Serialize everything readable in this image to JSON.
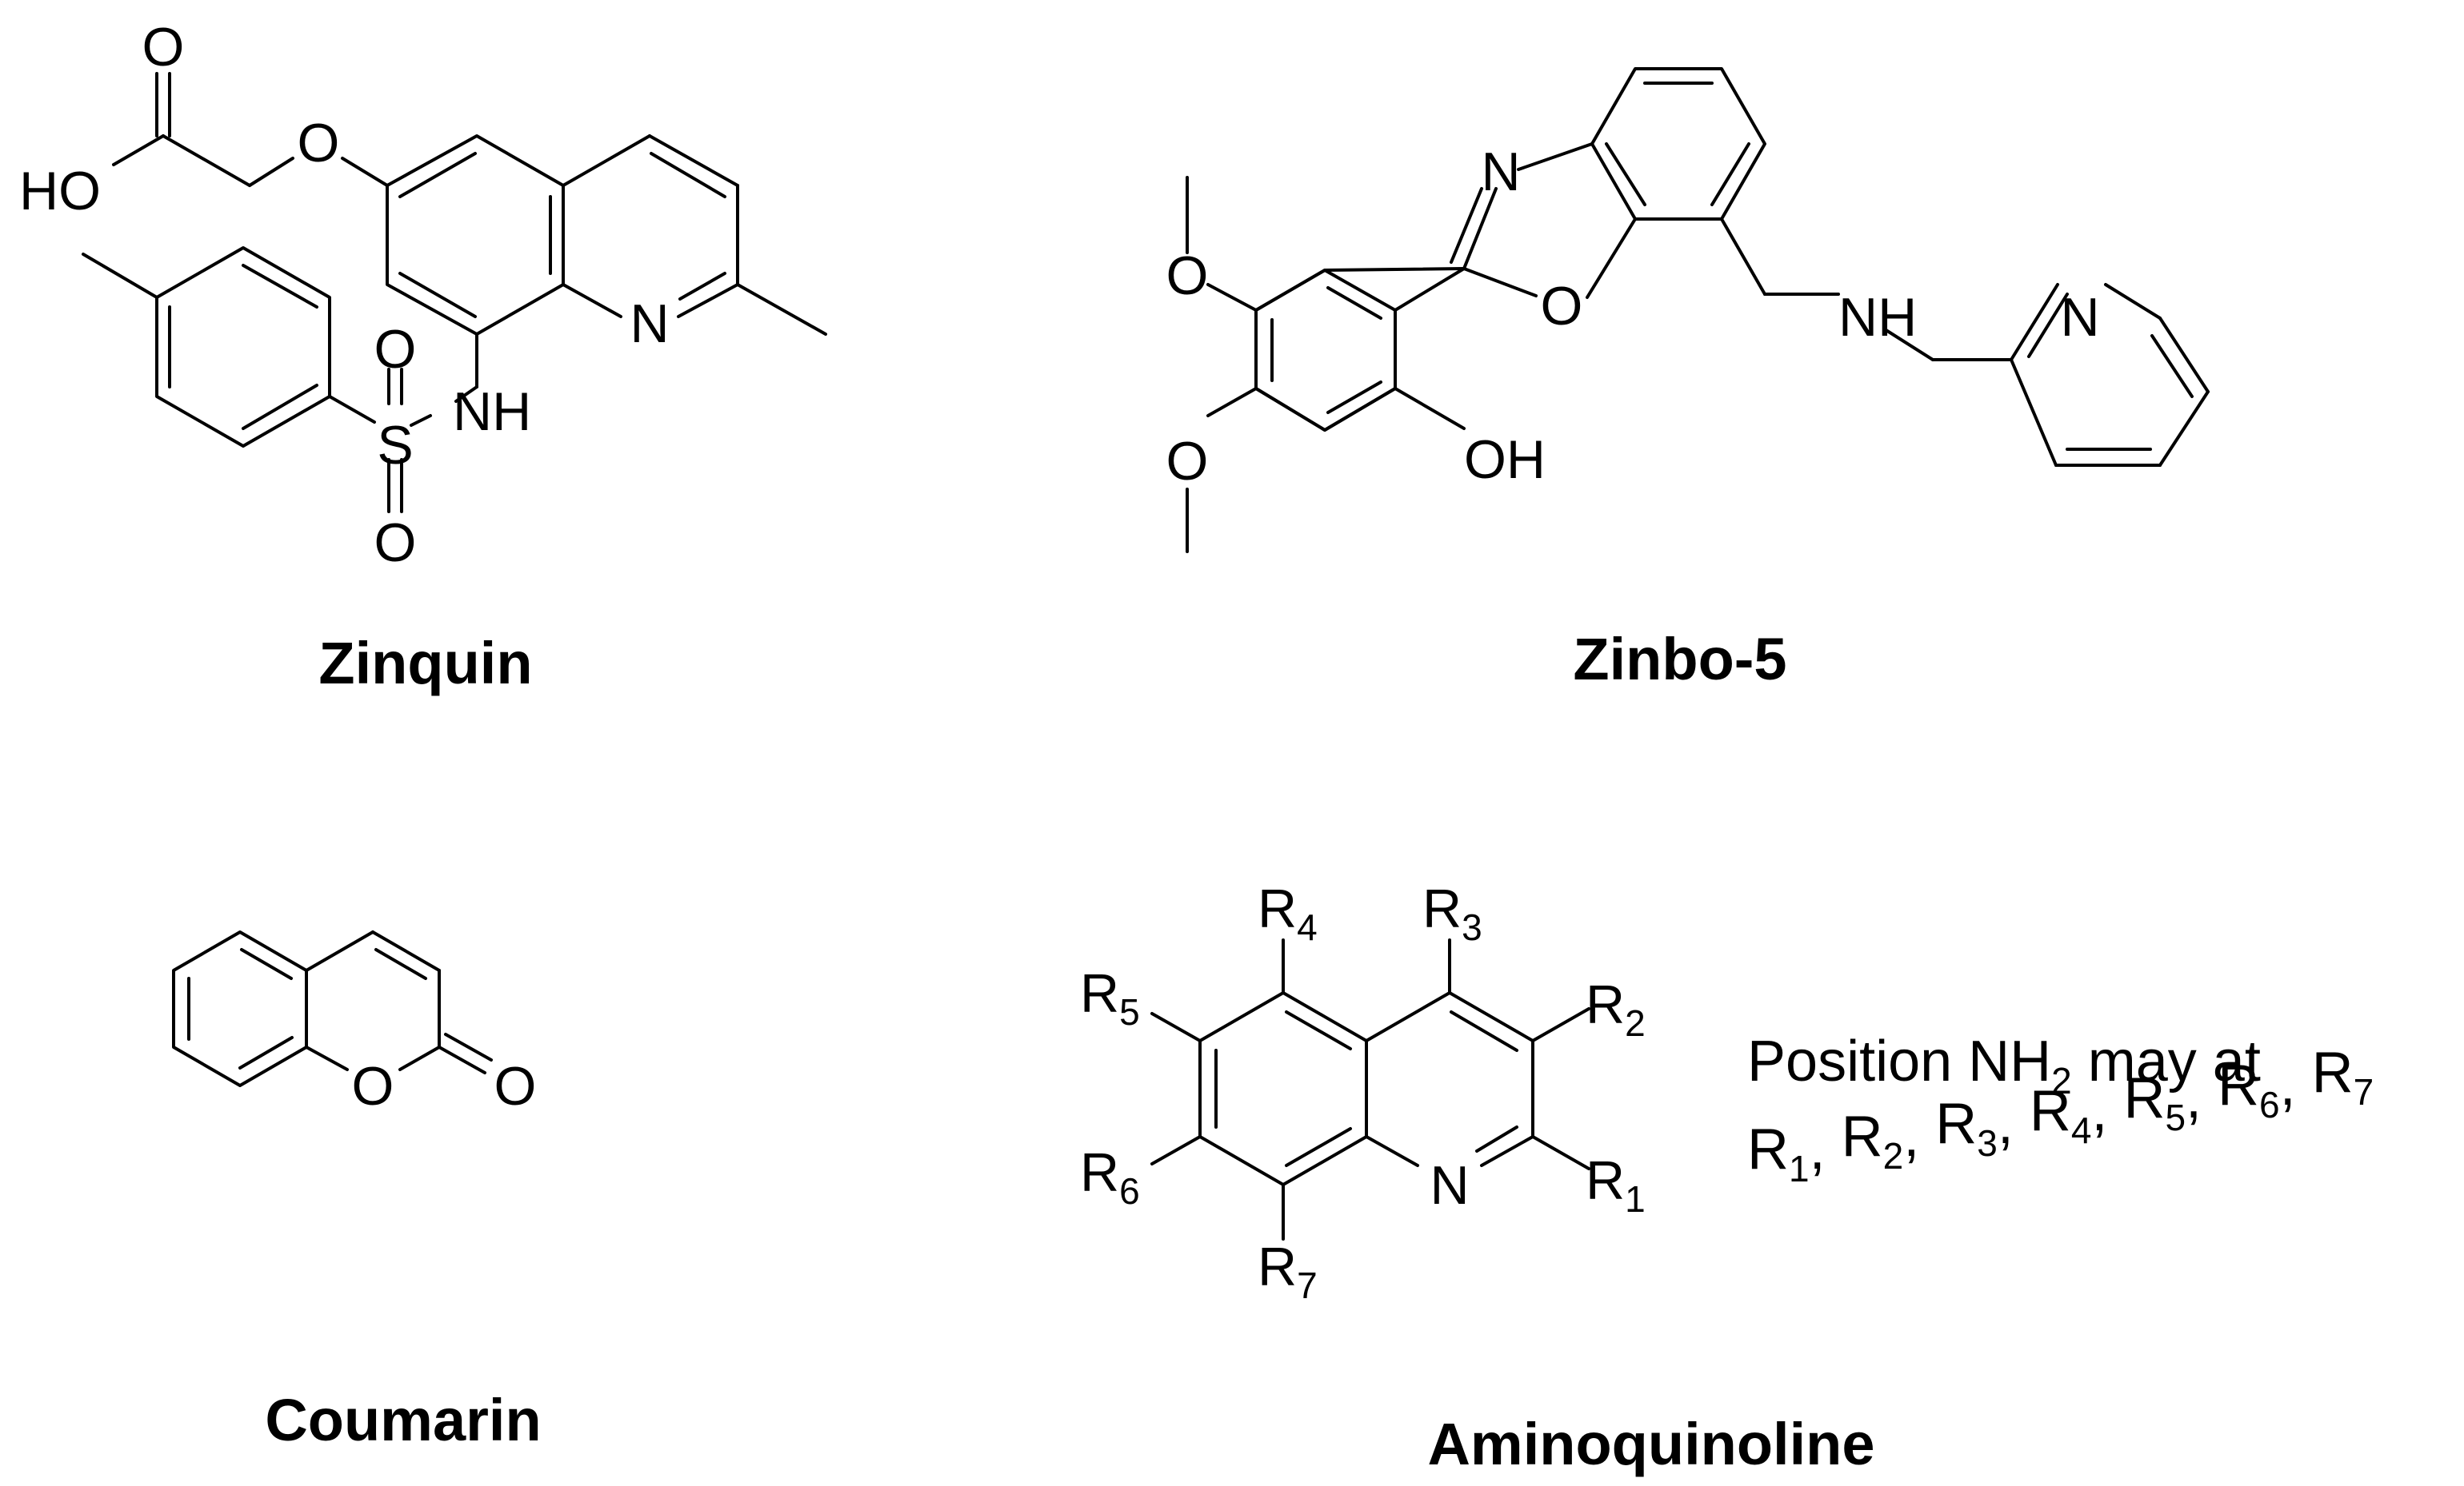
{
  "compounds": {
    "zinquin": {
      "name": "Zinquin",
      "atoms": {
        "carbonyl_o": "O",
        "hydroxyl": "HO",
        "ether_o": "O",
        "ring_n": "N",
        "sulfonyl_s": "S",
        "sulfonyl_o1": "O",
        "sulfonyl_o2": "O",
        "amine": "NH"
      }
    },
    "zinbo5": {
      "name": "Zinbo-5",
      "atoms": {
        "oxazole_n": "N",
        "oxazole_o": "O",
        "methoxy_o1": "O",
        "methoxy_o2": "O",
        "hydroxyl": "OH",
        "amine": "NH",
        "pyridine_n": "N"
      }
    },
    "coumarin": {
      "name": "Coumarin",
      "atoms": {
        "ring_o": "O",
        "carbonyl_o": "O"
      }
    },
    "aminoquinoline": {
      "name": "Aminoquinoline",
      "atoms": {
        "ring_n": "N"
      },
      "substituents": [
        {
          "letter": "R",
          "index": "1"
        },
        {
          "letter": "R",
          "index": "2"
        },
        {
          "letter": "R",
          "index": "3"
        },
        {
          "letter": "R",
          "index": "4"
        },
        {
          "letter": "R",
          "index": "5"
        },
        {
          "letter": "R",
          "index": "6"
        },
        {
          "letter": "R",
          "index": "7"
        }
      ],
      "note": {
        "line1_prefix": "Position NH",
        "line1_sub": "2",
        "line1_suffix": " may at",
        "line2": [
          {
            "text": "R",
            "sub": "1",
            "sep": ", "
          },
          {
            "text": "R",
            "sub": "2",
            "sep": ", "
          },
          {
            "text": "R",
            "sub": "3",
            "sep": ", "
          },
          {
            "text": "R",
            "sub": "4",
            "sep": ", "
          },
          {
            "text": "R",
            "sub": "5",
            "sep": ", "
          },
          {
            "text": "R",
            "sub": "6",
            "sep": ", "
          },
          {
            "text": "R",
            "sub": "7",
            "sep": ""
          }
        ]
      }
    }
  }
}
